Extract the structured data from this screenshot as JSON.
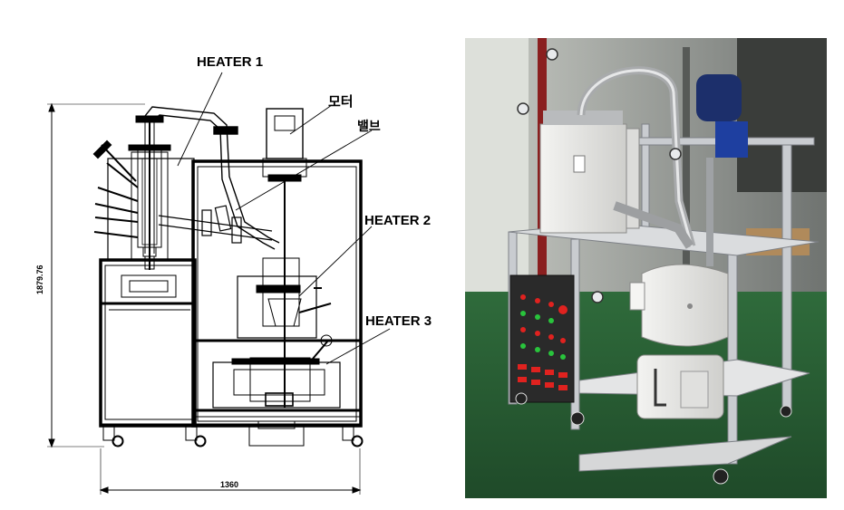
{
  "drawing": {
    "labels": {
      "heater1": "HEATER 1",
      "motor": "모터",
      "valve": "밸브",
      "heater2": "HEATER 2",
      "heater3": "HEATER 3"
    },
    "dimensions": {
      "height": "1879.76",
      "width": "1360"
    }
  },
  "photo": {
    "colors": {
      "wall": "#d9dcd6",
      "floor": "#2f6b3b",
      "frame": "#c9ccd0",
      "heater_box": "#f1f1ef",
      "motor_blue": "#1e3fa0",
      "control_panel": "#2a2a2a",
      "indicator_red": "#e0221f",
      "indicator_green": "#29c43c"
    }
  }
}
